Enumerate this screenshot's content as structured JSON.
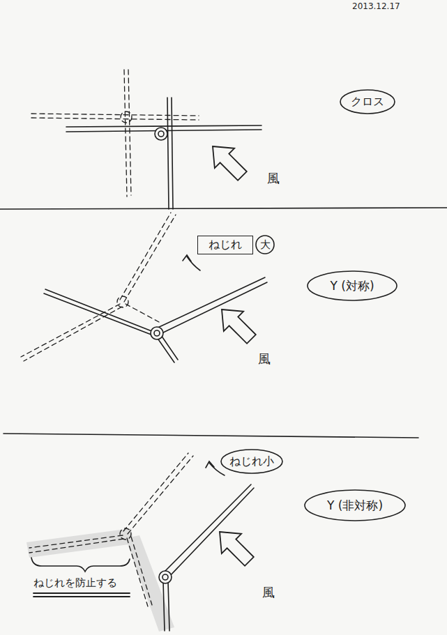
{
  "diagram": {
    "nodes": [
      {
        "text": [
          "クロス"
        ]
      },
      {
        "text": [
          "ねじれ"
        ]
      },
      {
        "text": [
          "大"
        ]
      },
      {
        "text": [
          "Y (対称)"
        ]
      },
      {
        "text": [
          "ねじれ小"
        ]
      },
      {
        "text": [
          "Y (非対称)"
        ]
      }
    ],
    "labels": [
      "2013.12.17",
      "風",
      "風",
      "風",
      "ねじれを防止する"
    ]
  }
}
